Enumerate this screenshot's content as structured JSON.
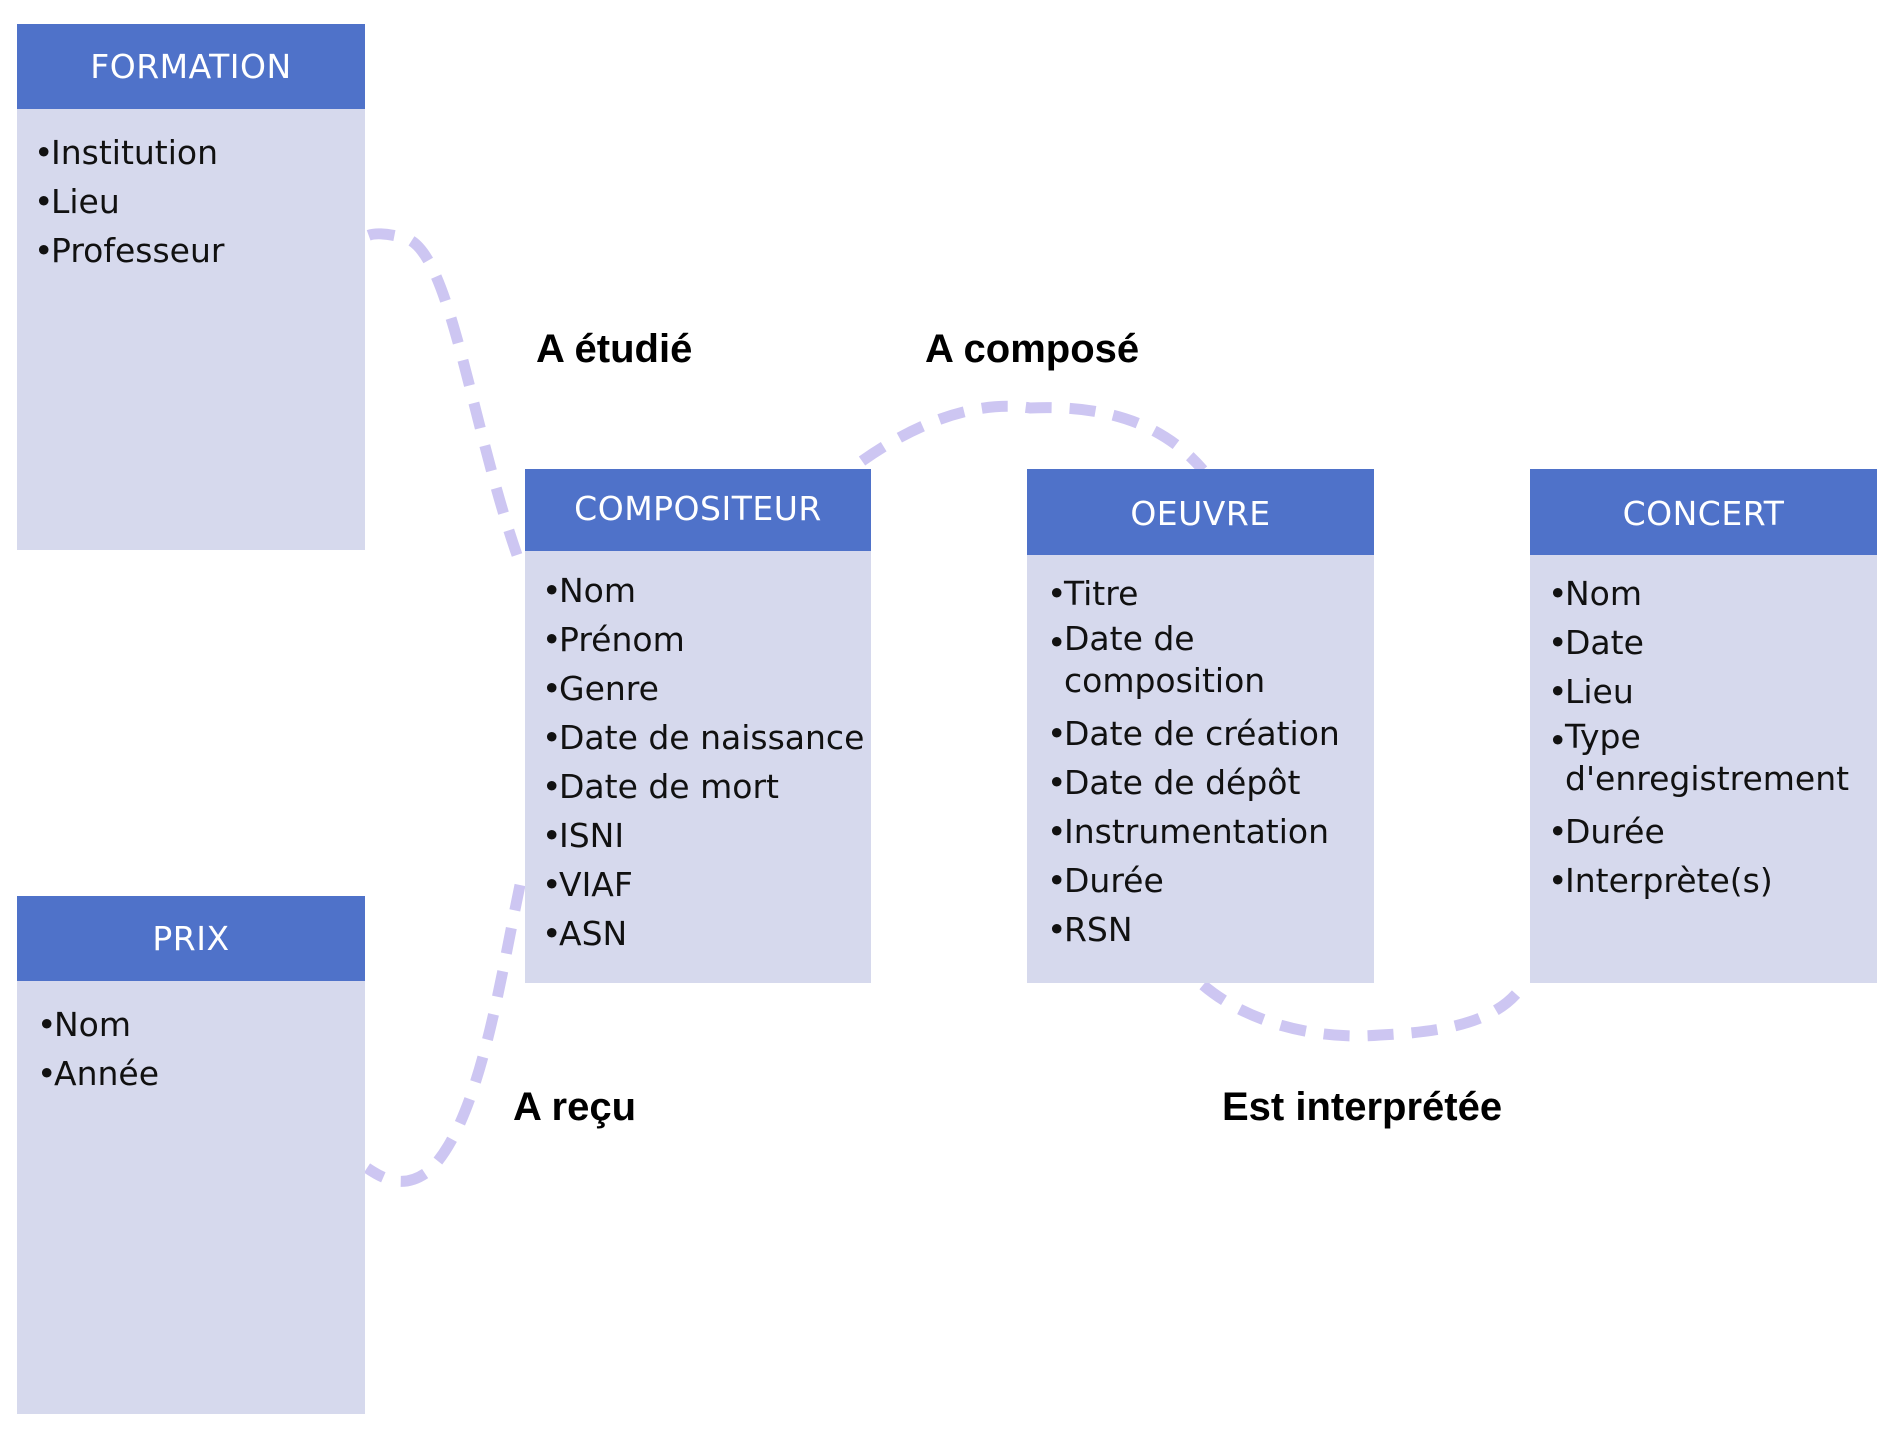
{
  "colors": {
    "header_bg": "#4f72c9",
    "body_bg": "#d6d9ed",
    "connector": "#cdc6f2",
    "label": "#000000"
  },
  "entities": {
    "formation": {
      "title": "FORMATION",
      "attributes": [
        "Institution",
        "Lieu",
        "Professeur"
      ]
    },
    "prix": {
      "title": "PRIX",
      "attributes": [
        "Nom",
        "Année"
      ]
    },
    "compositeur": {
      "title": "COMPOSITEUR",
      "attributes": [
        "Nom",
        "Prénom",
        "Genre",
        "Date de naissance",
        "Date de mort",
        "ISNI",
        "VIAF",
        "ASN"
      ]
    },
    "oeuvre": {
      "title": "OEUVRE",
      "attributes": [
        "Titre",
        "Date de composition",
        "Date de création",
        "Date de dépôt",
        "Instrumentation",
        "Durée",
        "RSN"
      ]
    },
    "concert": {
      "title": "CONCERT",
      "attributes": [
        "Nom",
        "Date",
        "Lieu",
        "Type d'enregistrement",
        "Durée",
        "Interprète(s)"
      ]
    }
  },
  "relations": {
    "etudie": "A étudié",
    "compose": "A composé",
    "recu": "A reçu",
    "interpretee": "Est interprétée"
  }
}
